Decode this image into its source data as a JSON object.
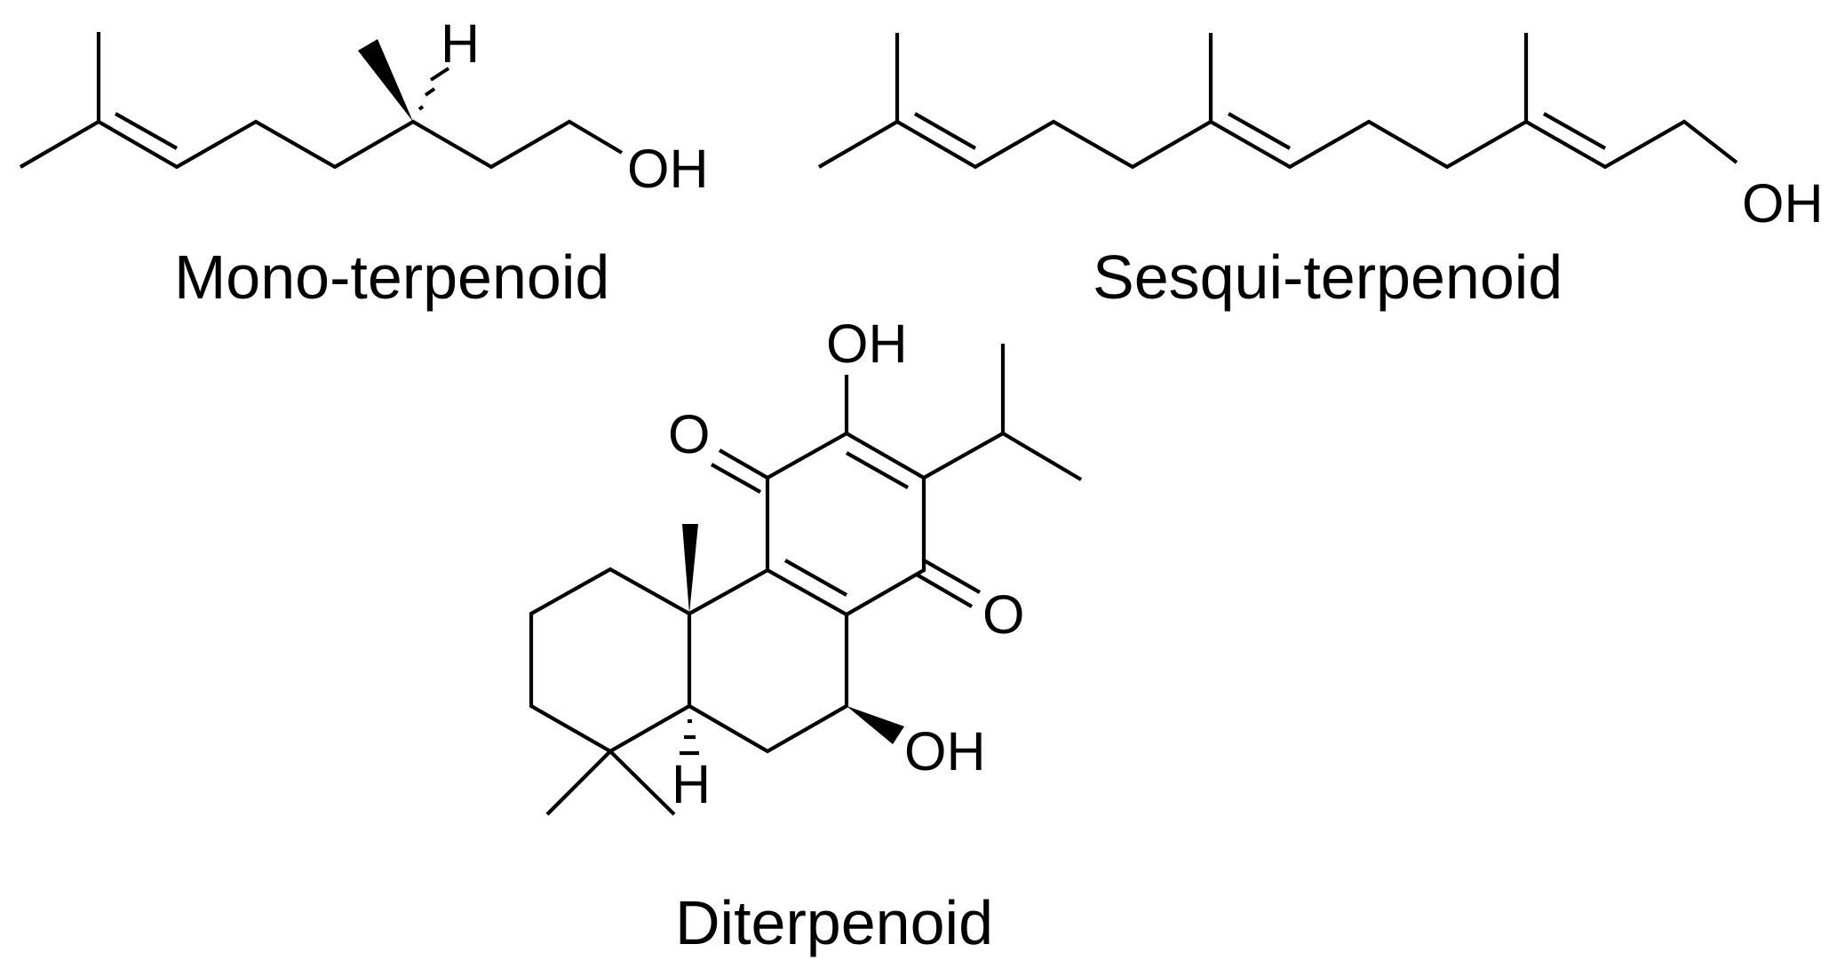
{
  "figure": {
    "background": "#ffffff",
    "line_color": "#000000",
    "structures": [
      {
        "id": "mono",
        "caption": "Mono-terpenoid",
        "labels": {
          "hydroxyl": "OH",
          "stereo_h": "H"
        }
      },
      {
        "id": "sesqui",
        "caption": "Sesqui-terpenoid",
        "labels": {
          "hydroxyl": "OH"
        }
      },
      {
        "id": "di",
        "caption": "Diterpenoid",
        "labels": {
          "enol_hydroxyl": "OH",
          "carbonyl_left": "O",
          "carbonyl_right": "O",
          "sec_hydroxyl": "OH",
          "ring_junction_h": "H"
        }
      }
    ]
  }
}
